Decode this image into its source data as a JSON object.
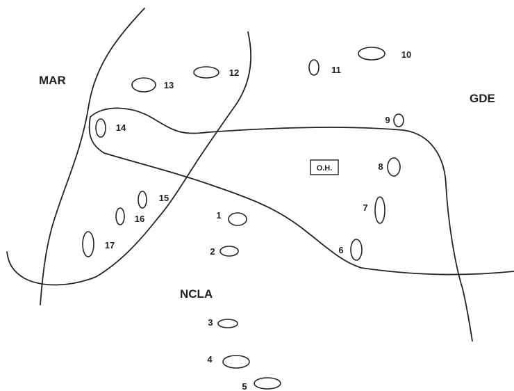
{
  "regions": {
    "mar": "MAR",
    "gde": "GDE",
    "ncla": "NCLA"
  },
  "oh_label": "O.H.",
  "sites": [
    "1",
    "2",
    "3",
    "4",
    "5",
    "6",
    "7",
    "8",
    "9",
    "10",
    "11",
    "12",
    "13",
    "14",
    "15",
    "16",
    "17"
  ]
}
